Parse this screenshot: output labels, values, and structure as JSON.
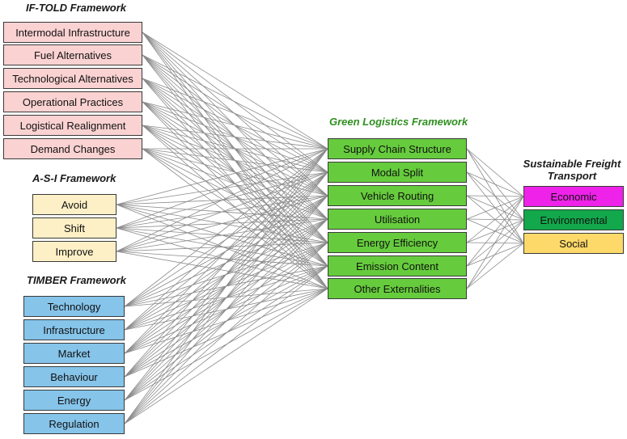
{
  "if_told": {
    "heading": "IF-TOLD Framework",
    "items": [
      "Intermodal Infrastructure",
      "Fuel Alternatives",
      "Technological Alternatives",
      "Operational Practices",
      "Logistical Realignment",
      "Demand Changes"
    ]
  },
  "asi": {
    "heading": "A-S-I Framework",
    "items": [
      "Avoid",
      "Shift",
      "Improve"
    ]
  },
  "timber": {
    "heading": "TIMBER Framework",
    "items": [
      "Technology",
      "Infrastructure",
      "Market",
      "Behaviour",
      "Energy",
      "Regulation"
    ]
  },
  "green_logistics": {
    "heading": "Green Logistics Framework",
    "items": [
      "Supply Chain Structure",
      "Modal Split",
      "Vehicle Routing",
      "Utilisation",
      "Energy Efficiency",
      "Emission Content",
      "Other Externalities"
    ]
  },
  "sustainable_freight": {
    "heading": "Sustainable Freight Transport",
    "items": [
      "Economic",
      "Environmental",
      "Social"
    ]
  },
  "colors": {
    "if_told_fill": "#fbd2d2",
    "asi_fill": "#fdf0c6",
    "timber_fill": "#86c4ea",
    "green_logistics_fill": "#66cc3d",
    "economic_fill": "#ee22e9",
    "environmental_fill": "#12a84b",
    "social_fill": "#fdd96a",
    "green_heading": "#2f8f1f",
    "connector": "#8a8a8a"
  },
  "connections": "all-to-all"
}
